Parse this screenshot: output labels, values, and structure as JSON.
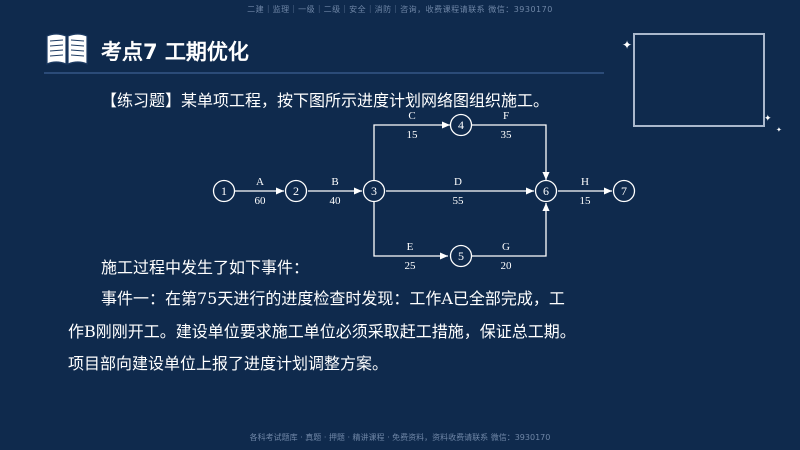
{
  "watermark_top": "二建｜监理｜一级｜二级｜安全｜消防｜咨询，收费课程请联系 微信：3930170",
  "watermark_bottom": "各科考试题库 · 真题 · 押题 · 精讲课程 · 免费资料，资料收费请联系 微信：3930170",
  "header": {
    "title": "考点7  工期优化"
  },
  "content": {
    "intro": "【练习题】某单项工程，按下图所示进度计划网络图组织施工。",
    "para1": "施工过程中发生了如下事件：",
    "para2_line1": "事件一：在第75天进行的进度检查时发现：工作A已全部完成，工",
    "para2_line2": "作B刚刚开工。建设单位要求施工单位必须采取赶工措施，保证总工期。",
    "para3": "项目部向建设单位上报了进度计划调整方案。"
  },
  "network": {
    "nodes": [
      {
        "id": "1"
      },
      {
        "id": "2"
      },
      {
        "id": "3"
      },
      {
        "id": "4"
      },
      {
        "id": "5"
      },
      {
        "id": "6"
      },
      {
        "id": "7"
      }
    ],
    "activities": [
      {
        "name": "A",
        "duration": "60",
        "from": "1",
        "to": "2"
      },
      {
        "name": "B",
        "duration": "40",
        "from": "2",
        "to": "3"
      },
      {
        "name": "C",
        "duration": "15",
        "from": "3",
        "to": "4"
      },
      {
        "name": "D",
        "duration": "55",
        "from": "3",
        "to": "6"
      },
      {
        "name": "E",
        "duration": "25",
        "from": "3",
        "to": "5"
      },
      {
        "name": "F",
        "duration": "35",
        "from": "4",
        "to": "6"
      },
      {
        "name": "G",
        "duration": "20",
        "from": "5",
        "to": "6"
      },
      {
        "name": "H",
        "duration": "15",
        "from": "6",
        "to": "7"
      }
    ]
  },
  "icons": {
    "logo": "open-book-icon",
    "sparkle": "sparkle-icon"
  },
  "colors": {
    "background": "#0f2a4d",
    "text": "#ffffff",
    "line": "#ffffff"
  }
}
